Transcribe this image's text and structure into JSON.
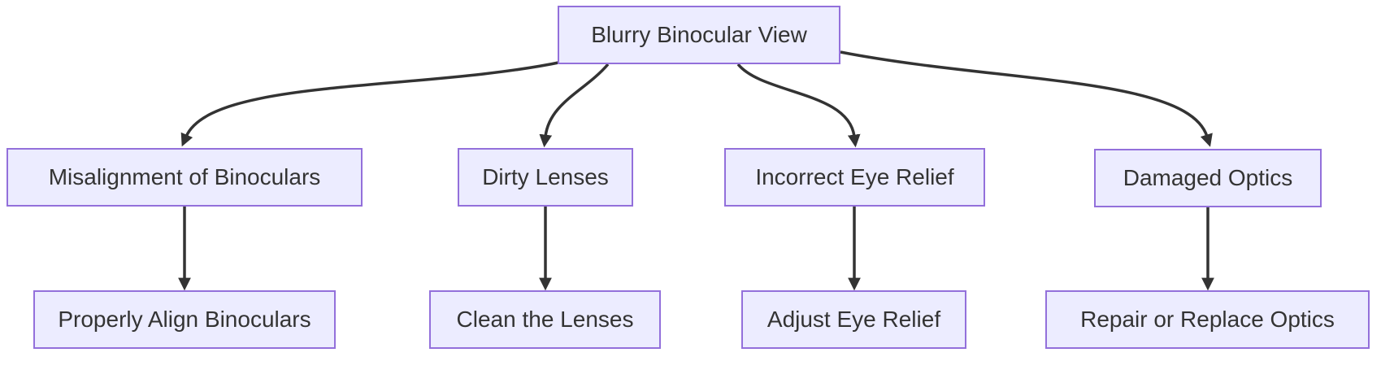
{
  "diagram": {
    "type": "flowchart",
    "direction": "top-down",
    "colors": {
      "node_fill": "#ECECFF",
      "node_border": "#9370DB",
      "node_text": "#333333",
      "edge": "#333333",
      "background": "#FFFFFF"
    },
    "nodes": {
      "root": {
        "label": "Blurry Binocular View"
      },
      "misalignment": {
        "label": "Misalignment of Binoculars"
      },
      "dirty_lenses": {
        "label": "Dirty Lenses"
      },
      "incorrect_eye_relief": {
        "label": "Incorrect Eye Relief"
      },
      "damaged_optics": {
        "label": "Damaged Optics"
      },
      "properly_align": {
        "label": "Properly Align Binoculars"
      },
      "clean_lenses": {
        "label": "Clean the Lenses"
      },
      "adjust_eye_relief": {
        "label": "Adjust Eye Relief"
      },
      "repair_optics": {
        "label": "Repair or Replace Optics"
      }
    },
    "edges": [
      {
        "from": "Blurry Binocular View",
        "to": "Misalignment of Binoculars"
      },
      {
        "from": "Blurry Binocular View",
        "to": "Dirty Lenses"
      },
      {
        "from": "Blurry Binocular View",
        "to": "Incorrect Eye Relief"
      },
      {
        "from": "Blurry Binocular View",
        "to": "Damaged Optics"
      },
      {
        "from": "Misalignment of Binoculars",
        "to": "Properly Align Binoculars"
      },
      {
        "from": "Dirty Lenses",
        "to": "Clean the Lenses"
      },
      {
        "from": "Incorrect Eye Relief",
        "to": "Adjust Eye Relief"
      },
      {
        "from": "Damaged Optics",
        "to": "Repair or Replace Optics"
      }
    ]
  }
}
